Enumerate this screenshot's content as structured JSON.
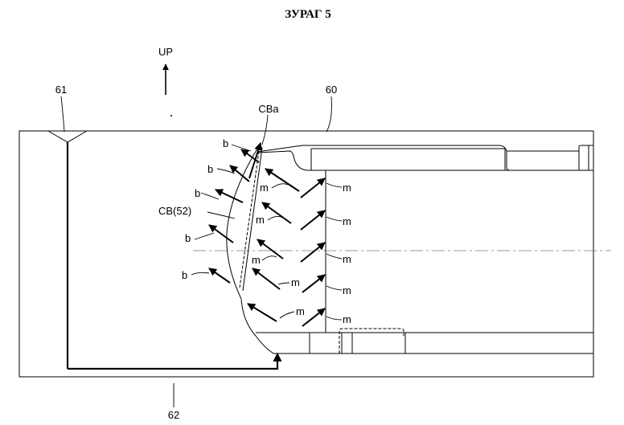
{
  "figure": {
    "title": "ЗУРАГ 5",
    "direction_label": "UP"
  },
  "labels": {
    "ref_61": "61",
    "ref_60": "60",
    "ref_62": "62",
    "cba": "CBa",
    "cb": "CB(52)",
    "b": "b",
    "m": "m"
  }
}
